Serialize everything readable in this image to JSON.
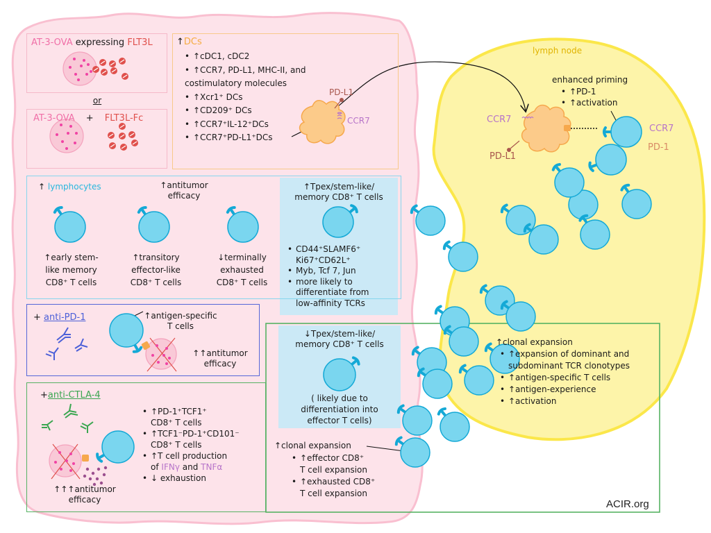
{
  "colors": {
    "tumor_bg": "#fde3ea",
    "tumor_border": "#f9bfd0",
    "lymph_bg": "#fdf4a9",
    "lymph_border": "#fbe74a",
    "tcell_fill": "#7ad6ef",
    "tcell_stroke": "#14a9d6",
    "dc_fill": "#fccb8a",
    "dc_stroke": "#f6a84c",
    "tumor_cell_fill": "#f9c9d7",
    "tumor_dot": "#f043a4",
    "flt3l": "#e0504c",
    "antipd1_box": "#5566d8",
    "antictla4_box": "#56b263",
    "tpex_box": "#cbe9f6",
    "dcs_box": "#f8c98a",
    "lymphocytes_box": "#86d6ee"
  },
  "flt3l_panel": {
    "expressing": {
      "cell": "AT-3-OVA",
      "verb": "expressing",
      "ligand": "FLT3L"
    },
    "or_label": "or",
    "combo": {
      "cell": "AT-3-OVA",
      "plus": "+",
      "ligand": "FLT3L-Fc"
    }
  },
  "dcs_panel": {
    "arrow": "↑",
    "title": "DCs",
    "items": [
      "↑cDC1, cDC2",
      "↑CCR7, PD-L1, MHC-II, and",
      "↑Xcr1⁺ DCs",
      "↑CD209⁺ DCs",
      "↑CCR7⁺IL-12⁺DCs",
      "↑CCR7⁺PD-L1⁺DCs"
    ],
    "item2_cont": "costimulatory molecules",
    "pdl1_label": "PD-L1",
    "ccr7_label": "CCR7"
  },
  "lymph_node": {
    "title": "lymph node",
    "priming_title": "enhanced priming",
    "priming_items": [
      "↑PD-1",
      "↑activation"
    ],
    "dc_ccr7": "CCR7",
    "dc_pdl1": "PD-L1",
    "t_ccr7": "CCR7",
    "t_pd1": "PD-1",
    "clonal_title": "↑clonal expansion",
    "clonal_items": [
      "↑expansion of dominant and",
      "↑antigen-specific T cells",
      "↑antigen-experience",
      "↑activation"
    ],
    "clonal_item1_cont": "subdominant TCR clonotypes"
  },
  "lymphocytes_panel": {
    "arrow": "↑",
    "title": "lymphocytes",
    "antitumor": [
      "↑antitumor",
      "efficacy"
    ],
    "cells": [
      {
        "lines": [
          "↑early stem-",
          "like memory",
          "CD8⁺ T cells"
        ]
      },
      {
        "lines": [
          "↑transitory",
          "effector-like",
          "CD8⁺ T cells"
        ]
      },
      {
        "lines": [
          "↓terminally",
          "exhausted",
          "CD8⁺ T cells"
        ]
      }
    ]
  },
  "tpex_up_panel": {
    "title": [
      "↑Tpex/stem-like/",
      "memory CD8⁺ T cells"
    ],
    "items": [
      [
        "CD44⁺SLAMF6⁺",
        "Ki67⁺CD62L⁺"
      ],
      [
        "Myb, Tcf 7, Jun"
      ],
      [
        "more likely to",
        "differentiate from",
        "low-affinity TCRs"
      ]
    ]
  },
  "anti_pd1_panel": {
    "plus": "+",
    "drug": "anti-PD-1",
    "antigen_specific": [
      "↑antigen-specific",
      "T cells"
    ],
    "efficacy": [
      "↑↑antitumor",
      "efficacy"
    ]
  },
  "anti_ctla4_panel": {
    "plus": "+",
    "drug": "anti-CTLA-4",
    "efficacy": [
      "↑↑↑antitumor",
      "efficacy"
    ],
    "items": [
      [
        "↑PD-1⁺TCF1⁺",
        "CD8⁺ T cells"
      ],
      [
        "↑TCF1⁻PD-1⁺CD101⁻",
        "CD8⁺ T cells"
      ],
      [
        "↑T cell production",
        "of"
      ],
      [
        "↓ exhaustion"
      ]
    ],
    "cytokine1": "IFNγ",
    "cytokine_and": "and",
    "cytokine2": "TNFα"
  },
  "tpex_down_panel": {
    "title": [
      "↓Tpex/stem-like/",
      "memory CD8⁺ T cells"
    ],
    "note": [
      "( likely due to",
      "differentiation into",
      "effector T cells)"
    ]
  },
  "ctla4_clonal": {
    "title": "↑clonal expansion",
    "items": [
      [
        "↑effector CD8⁺",
        "T cell expansion"
      ],
      [
        "↑exhausted CD8⁺",
        "T cell expansion"
      ]
    ]
  },
  "credit": "ACIR.org"
}
